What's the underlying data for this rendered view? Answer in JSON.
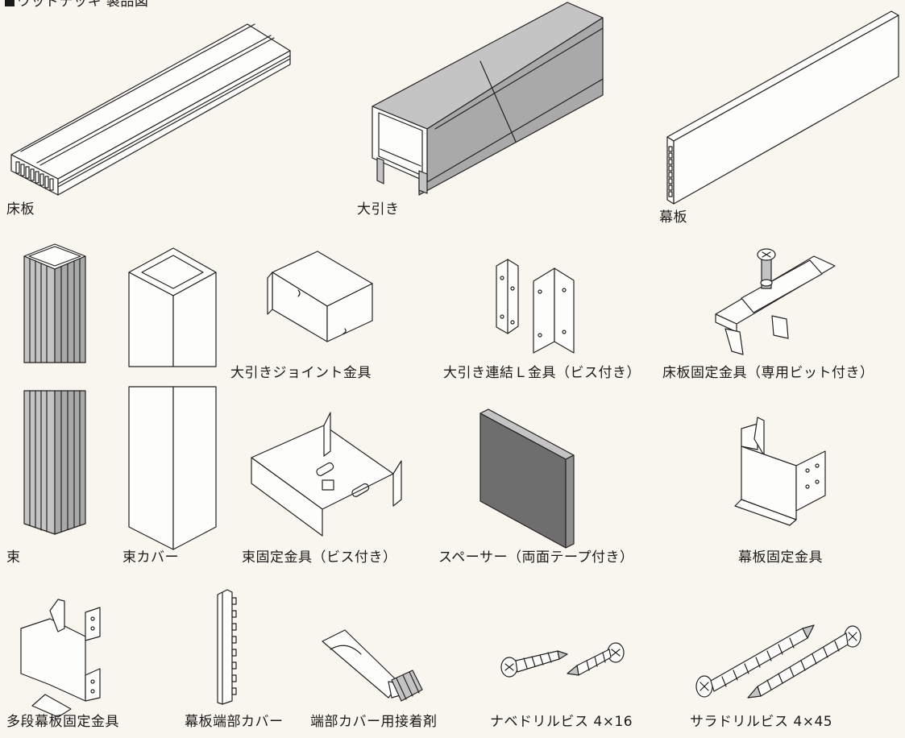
{
  "header": {
    "title": "ウッドデッキ 製品図"
  },
  "parts": {
    "floor_board": "床板",
    "main_beam": "大引き",
    "fascia_board": "幕板",
    "post": "束",
    "post_cover": "束カバー",
    "beam_joint": "大引きジョイント金具",
    "beam_l_bracket": "大引き連結Ｌ金具（ビス付き）",
    "floor_clip": "床板固定金具（専用ビット付き）",
    "post_bracket": "束固定金具（ビス付き）",
    "spacer": "スペーサー（両面テープ付き）",
    "fascia_bracket": "幕板固定金具",
    "multi_fascia_bracket": "多段幕板固定金具",
    "fascia_end_cover": "幕板端部カバー",
    "adhesive": "端部カバー用接着剤",
    "pan_screw": "ナベドリルビス 4×16",
    "flat_screw": "サラドリルビス 4×45"
  }
}
